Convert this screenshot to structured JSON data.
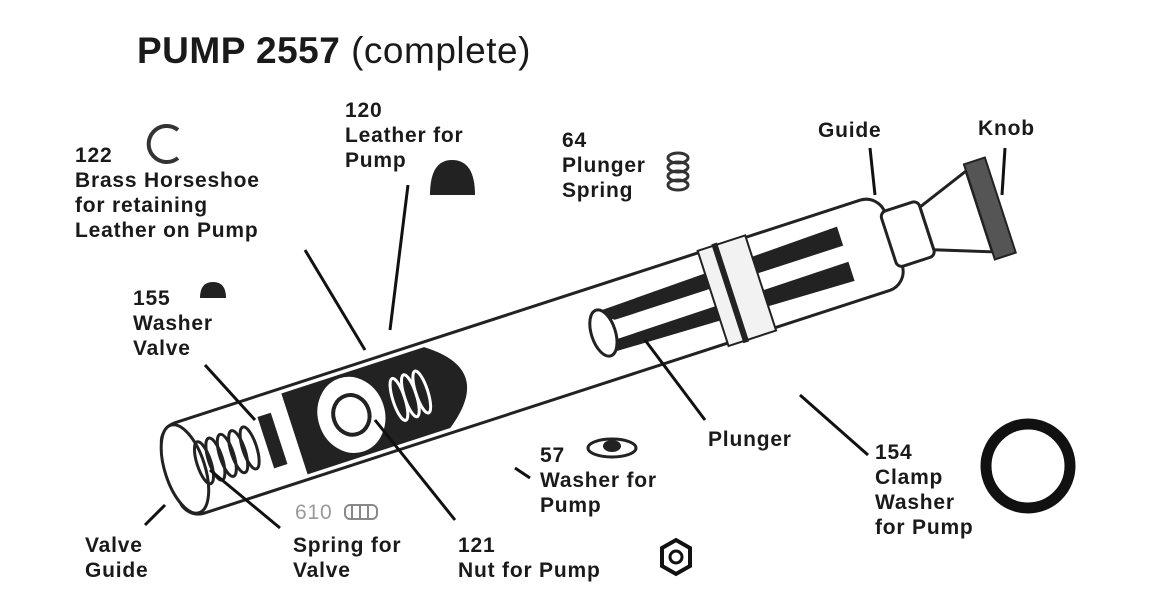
{
  "title": {
    "main": "PUMP 2557",
    "sub": "(complete)"
  },
  "labels": {
    "horseshoe": {
      "num": "122",
      "lines": [
        "Brass Horseshoe",
        "for retaining",
        "Leather on Pump"
      ]
    },
    "leather": {
      "num": "120",
      "lines": [
        "Leather for",
        "Pump"
      ]
    },
    "plunger_spring": {
      "num": "64",
      "lines": [
        "Plunger",
        "Spring"
      ]
    },
    "guide": {
      "lines": [
        "Guide"
      ]
    },
    "knob": {
      "lines": [
        "Knob"
      ]
    },
    "washer_valve": {
      "num": "155",
      "lines": [
        "Washer",
        "Valve"
      ]
    },
    "washer_pump": {
      "num": "57",
      "lines": [
        "Washer for",
        "Pump"
      ]
    },
    "plunger": {
      "lines": [
        "Plunger"
      ]
    },
    "clamp_washer": {
      "num": "154",
      "lines": [
        "Clamp",
        "Washer",
        "for Pump"
      ]
    },
    "valve_guide": {
      "lines": [
        "Valve",
        "Guide"
      ]
    },
    "spring_valve": {
      "num": "610",
      "lines": [
        "Spring for",
        "Valve"
      ]
    },
    "nut": {
      "num": "121",
      "lines": [
        "Nut for Pump"
      ]
    }
  }
}
